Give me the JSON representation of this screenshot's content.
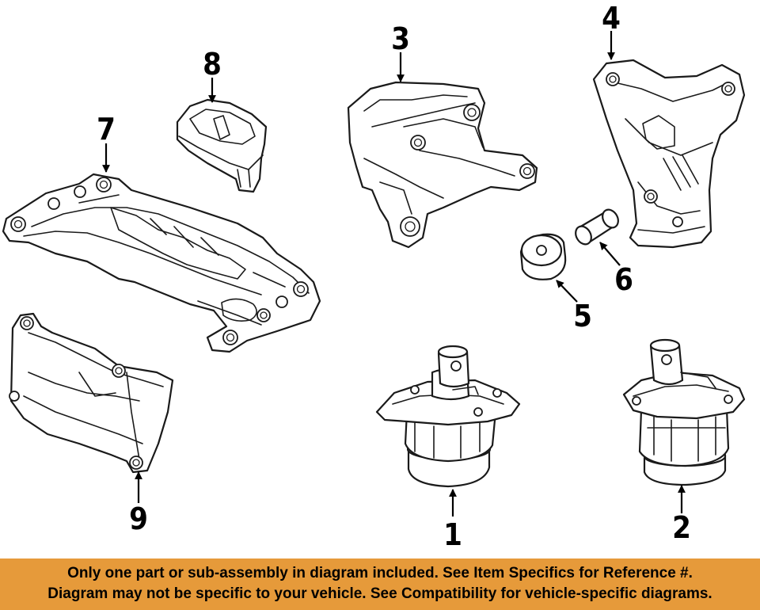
{
  "colors": {
    "footer_background": "#E69A3A",
    "footer_text": "#000000",
    "line": "#1a1a1a",
    "background": "#ffffff"
  },
  "callouts": [
    "1",
    "2",
    "3",
    "4",
    "5",
    "6",
    "7",
    "8",
    "9"
  ],
  "notice": {
    "line1": "Only one part or sub-assembly in diagram included. See Item Specifics for Reference #.",
    "line2": "Diagram may not be specific to your vehicle. See Compatibility for vehicle-specific diagrams."
  }
}
